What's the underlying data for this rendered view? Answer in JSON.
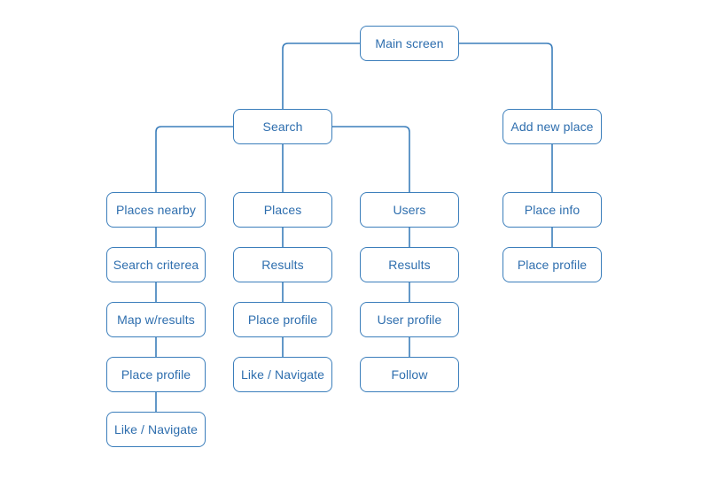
{
  "diagram": {
    "type": "sitemap-flowchart",
    "colors": {
      "background": "#FFFFFF",
      "stroke": "#3B7EBB",
      "text": "#2E6EAE"
    },
    "nodes": [
      {
        "id": "main-screen",
        "label": "Main screen"
      },
      {
        "id": "search",
        "label": "Search"
      },
      {
        "id": "add-new-place",
        "label": "Add new place"
      },
      {
        "id": "places-nearby",
        "label": "Places nearby"
      },
      {
        "id": "places",
        "label": "Places"
      },
      {
        "id": "users",
        "label": "Users"
      },
      {
        "id": "place-info",
        "label": "Place info"
      },
      {
        "id": "search-criterea",
        "label": "Search criterea"
      },
      {
        "id": "results-places",
        "label": "Results"
      },
      {
        "id": "results-users",
        "label": "Results"
      },
      {
        "id": "place-profile-add",
        "label": "Place profile"
      },
      {
        "id": "map-w-results",
        "label": "Map w/results"
      },
      {
        "id": "place-profile-places",
        "label": "Place profile"
      },
      {
        "id": "user-profile",
        "label": "User profile"
      },
      {
        "id": "place-profile-nearby",
        "label": "Place profile"
      },
      {
        "id": "like-navigate-places",
        "label": "Like / Navigate"
      },
      {
        "id": "follow",
        "label": "Follow"
      },
      {
        "id": "like-navigate-nearby",
        "label": "Like / Navigate"
      }
    ],
    "edges": [
      {
        "from": "main-screen",
        "to": "search"
      },
      {
        "from": "main-screen",
        "to": "add-new-place"
      },
      {
        "from": "search",
        "to": "places-nearby"
      },
      {
        "from": "search",
        "to": "places"
      },
      {
        "from": "search",
        "to": "users"
      },
      {
        "from": "add-new-place",
        "to": "place-info"
      },
      {
        "from": "places-nearby",
        "to": "search-criterea"
      },
      {
        "from": "search-criterea",
        "to": "map-w-results"
      },
      {
        "from": "map-w-results",
        "to": "place-profile-nearby"
      },
      {
        "from": "place-profile-nearby",
        "to": "like-navigate-nearby"
      },
      {
        "from": "places",
        "to": "results-places"
      },
      {
        "from": "results-places",
        "to": "place-profile-places"
      },
      {
        "from": "place-profile-places",
        "to": "like-navigate-places"
      },
      {
        "from": "users",
        "to": "results-users"
      },
      {
        "from": "results-users",
        "to": "user-profile"
      },
      {
        "from": "user-profile",
        "to": "follow"
      },
      {
        "from": "place-info",
        "to": "place-profile-add"
      }
    ]
  }
}
